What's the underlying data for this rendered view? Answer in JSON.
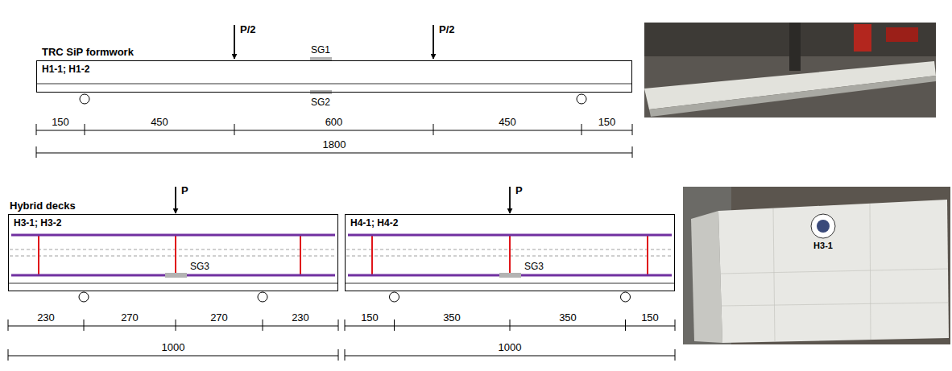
{
  "diagram": {
    "nodes": [
      {
        "text": [
          "TRC SiP formwork",
          "H1-1; H1-2"
        ]
      },
      {
        "text": [
          "Hybrid decks",
          "H3-1; H3-2"
        ]
      },
      {
        "text": [
          "H4-1; H4-2"
        ]
      }
    ],
    "labels": [
      "P/2",
      "P/2",
      "SG1",
      "SG2",
      "150",
      "450",
      "600",
      "450",
      "150",
      "1800",
      "P",
      "SG3",
      "230",
      "270",
      "270",
      "230",
      "1000",
      "P",
      "SG3",
      "150",
      "350",
      "350",
      "150",
      "1000",
      "H3-1"
    ]
  }
}
